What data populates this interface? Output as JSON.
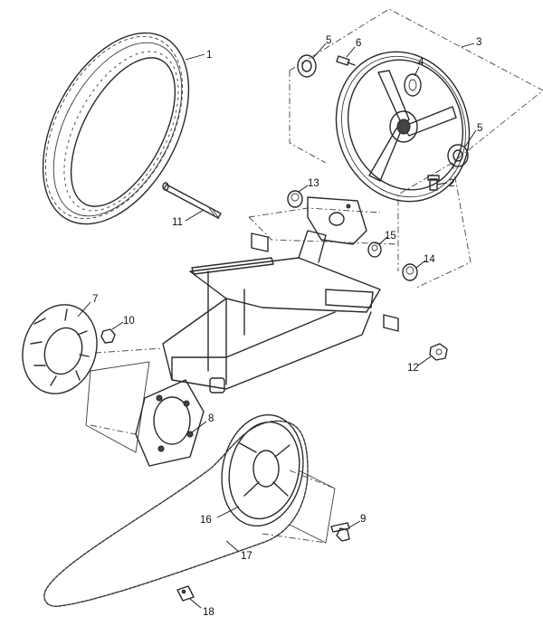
{
  "diagram": {
    "callouts": [
      {
        "id": "tire",
        "label": "1"
      },
      {
        "id": "wheel-bolt",
        "label": "2"
      },
      {
        "id": "rear-wheel",
        "label": "3"
      },
      {
        "id": "bearing",
        "label": "4"
      },
      {
        "id": "seal-top",
        "label": "5"
      },
      {
        "id": "seal-right",
        "label": "5"
      },
      {
        "id": "valve",
        "label": "6"
      },
      {
        "id": "sprocket-damper",
        "label": "7"
      },
      {
        "id": "sprocket-hub",
        "label": "8"
      },
      {
        "id": "sprocket-bolt",
        "label": "9"
      },
      {
        "id": "nut-left",
        "label": "10"
      },
      {
        "id": "axle",
        "label": "11"
      },
      {
        "id": "axle-nut",
        "label": "12"
      },
      {
        "id": "collar-top",
        "label": "13"
      },
      {
        "id": "collar-right",
        "label": "14"
      },
      {
        "id": "collar-mid",
        "label": "15"
      },
      {
        "id": "rear-sprocket",
        "label": "16"
      },
      {
        "id": "drive-chain",
        "label": "17"
      },
      {
        "id": "chain-joint",
        "label": "18"
      }
    ]
  }
}
